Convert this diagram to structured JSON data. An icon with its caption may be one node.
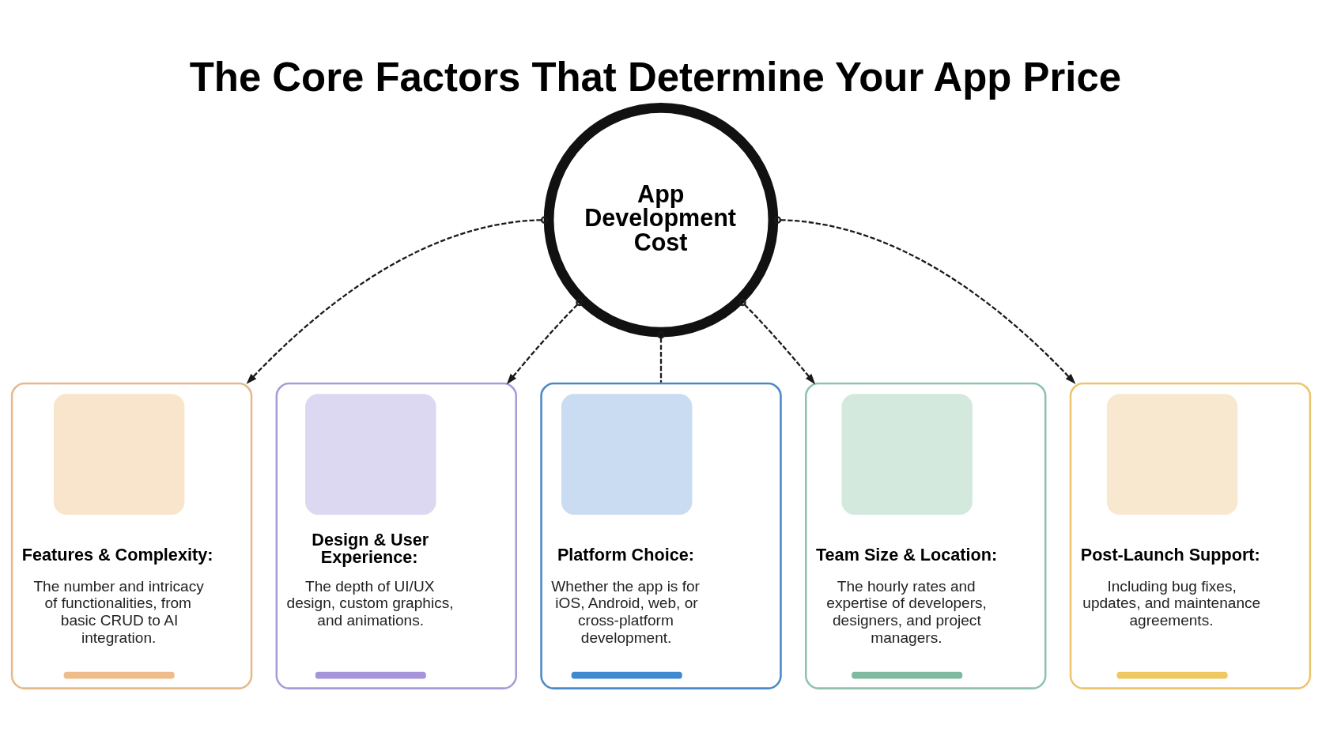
{
  "diagram": {
    "title": "The Core Factors That Determine Your App Price",
    "nodes": [
      {
        "text": [
          "App Development Cost"
        ]
      },
      {
        "text": [
          "Features & Complexity:",
          "The number and intricacy of functionalities, from basic CRUD to AI integration."
        ]
      },
      {
        "text": [
          "Design & User Experience:",
          "The depth of UI/UX design, custom graphics, and animations."
        ]
      },
      {
        "text": [
          "Platform Choice:",
          "Whether the app is for iOS, Android, web, or cross-platform development."
        ]
      },
      {
        "text": [
          "Team Size & Location:",
          "The hourly rates and expertise of developers, designers, and project managers."
        ]
      },
      {
        "text": [
          "Post-Launch Support:",
          "Including bug fixes, updates, and maintenance agreements."
        ]
      }
    ],
    "edges": [
      {
        "from": 0,
        "to": 1,
        "arrow": "to",
        "style": "dashed"
      },
      {
        "from": 0,
        "to": 2,
        "arrow": "to",
        "style": "dashed"
      },
      {
        "from": 0,
        "to": 3,
        "arrow": "other",
        "style": "dashed"
      },
      {
        "from": 0,
        "to": 4,
        "arrow": "to",
        "style": "dashed"
      },
      {
        "from": 0,
        "to": 5,
        "arrow": "to",
        "style": "dashed"
      }
    ]
  }
}
